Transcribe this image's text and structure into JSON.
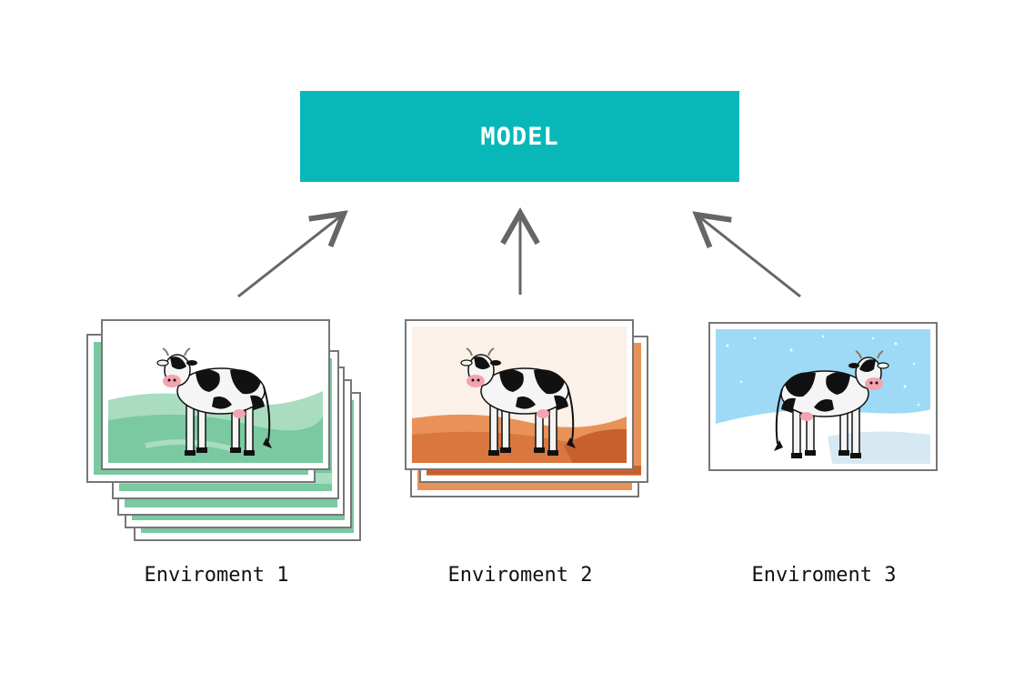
{
  "model": {
    "label": "MODEL",
    "color": "#08b8b8"
  },
  "environments": [
    {
      "label": "Enviroment 1",
      "scene": "grassland",
      "stack_count": 6,
      "sky": "#ffffff",
      "ground": "#7ac9a0",
      "ground_light": "#a9dcc0"
    },
    {
      "label": "Enviroment 2",
      "scene": "desert",
      "stack_count": 3,
      "sky": "#fbf1e8",
      "ground": "#e8925a",
      "ground_dark": "#c8602e"
    },
    {
      "label": "Enviroment 3",
      "scene": "snow",
      "stack_count": 1,
      "sky": "#9edaf6",
      "ground": "#ffffff",
      "ground_shadow": "#d6e9f3"
    }
  ],
  "colors": {
    "arrow": "#666666",
    "frame": "#777777",
    "cow_black": "#111111",
    "cow_white": "#f5f5f5",
    "udder": "#f4a3b0"
  }
}
